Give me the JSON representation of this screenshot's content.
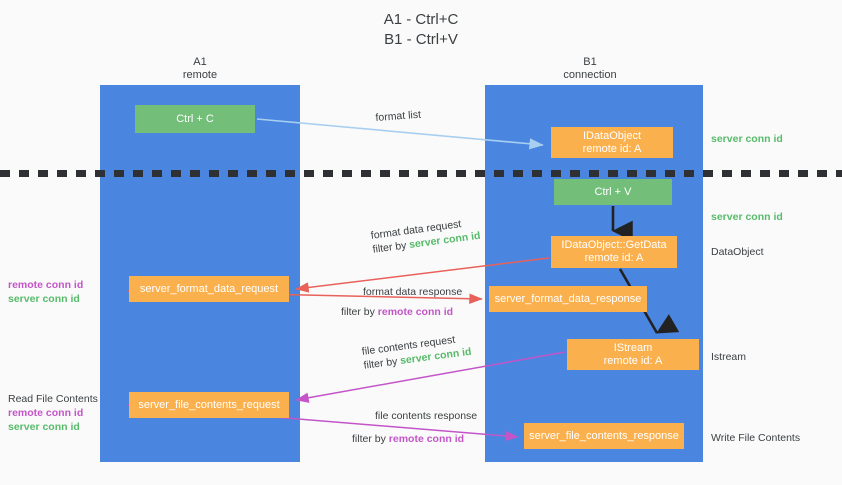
{
  "title": "A1 - Ctrl+C\nB1 - Ctrl+V",
  "lanes": {
    "left": {
      "name": "A1",
      "subtitle": "remote",
      "header": "A1\nremote"
    },
    "right": {
      "name": "B1",
      "subtitle": "connection",
      "header": "B1\nconnection"
    }
  },
  "boxes": {
    "ctrl_c": "Ctrl + C",
    "ctrl_v": "Ctrl + V",
    "idataobject_format": "IDataObject\nremote id: A",
    "idataobject_getdata": "IDataObject::GetData\nremote id: A",
    "istream": "IStream\nremote id: A",
    "server_format_data_request": "server_format_data_request",
    "server_format_data_response": "server_format_data_response",
    "server_file_contents_request": "server_file_contents_request",
    "server_file_contents_response": "server_file_contents_response"
  },
  "edge_labels": {
    "format_list": "format list",
    "format_data_request": "format data request",
    "format_data_request_filter_prefix": "filter by ",
    "format_data_request_filter_key": "server conn id",
    "format_data_response": "format data response",
    "format_data_response_filter_prefix": "filter by ",
    "format_data_response_filter_key": "remote conn id",
    "file_contents_request": "file contents request",
    "file_contents_request_filter_prefix": "filter by ",
    "file_contents_request_filter_key": "server conn id",
    "file_contents_response": "file contents response",
    "file_contents_response_filter_prefix": "filter by ",
    "file_contents_response_filter_key": "remote conn id"
  },
  "annotations": {
    "server_conn_id_top": "server conn id",
    "server_conn_id_second": "server conn id",
    "dataobject": "DataObject",
    "istream": "Istream",
    "write_file_contents": "Write File Contents",
    "read_file_contents": "Read File Contents",
    "remote_conn_id": "remote conn id",
    "server_conn_id": "server conn id"
  },
  "colors": {
    "lane_blue": "#4a86e0",
    "box_green": "#73bf7a",
    "box_orange": "#fbb04e",
    "arrow_lightblue": "#a8cff0",
    "arrow_red": "#e8615a",
    "arrow_magenta": "#c355c8",
    "arrow_black": "#222222",
    "text_green": "#57bb6a",
    "text_magenta": "#c355c8",
    "background": "#fafafa"
  }
}
